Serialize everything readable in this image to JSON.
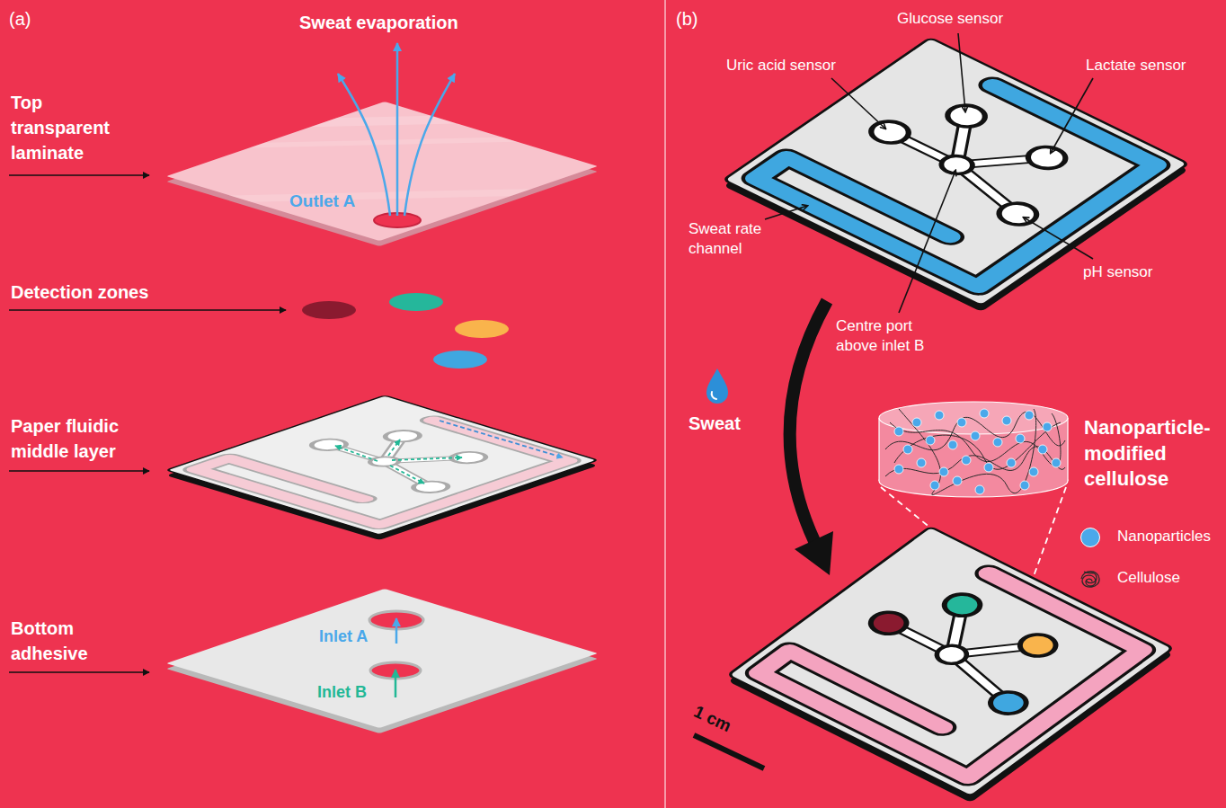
{
  "diagram": {
    "labels": [
      "(a)",
      "Sweat evaporation",
      "Top transparent laminate",
      "Outlet A",
      "Detection zones",
      "Paper fluidic middle layer",
      "Bottom adhesive",
      "Inlet A",
      "Inlet B",
      "(b)",
      "Glucose sensor",
      "Uric acid sensor",
      "Lactate sensor",
      "Sweat rate channel",
      "pH sensor",
      "Centre port above inlet B",
      "Sweat",
      "Nanoparticle-modified cellulose",
      "1 cm"
    ],
    "legend": [
      {
        "text": "Nanoparticles",
        "color": "#4aa8ea"
      },
      {
        "text": "Cellulose"
      }
    ]
  }
}
